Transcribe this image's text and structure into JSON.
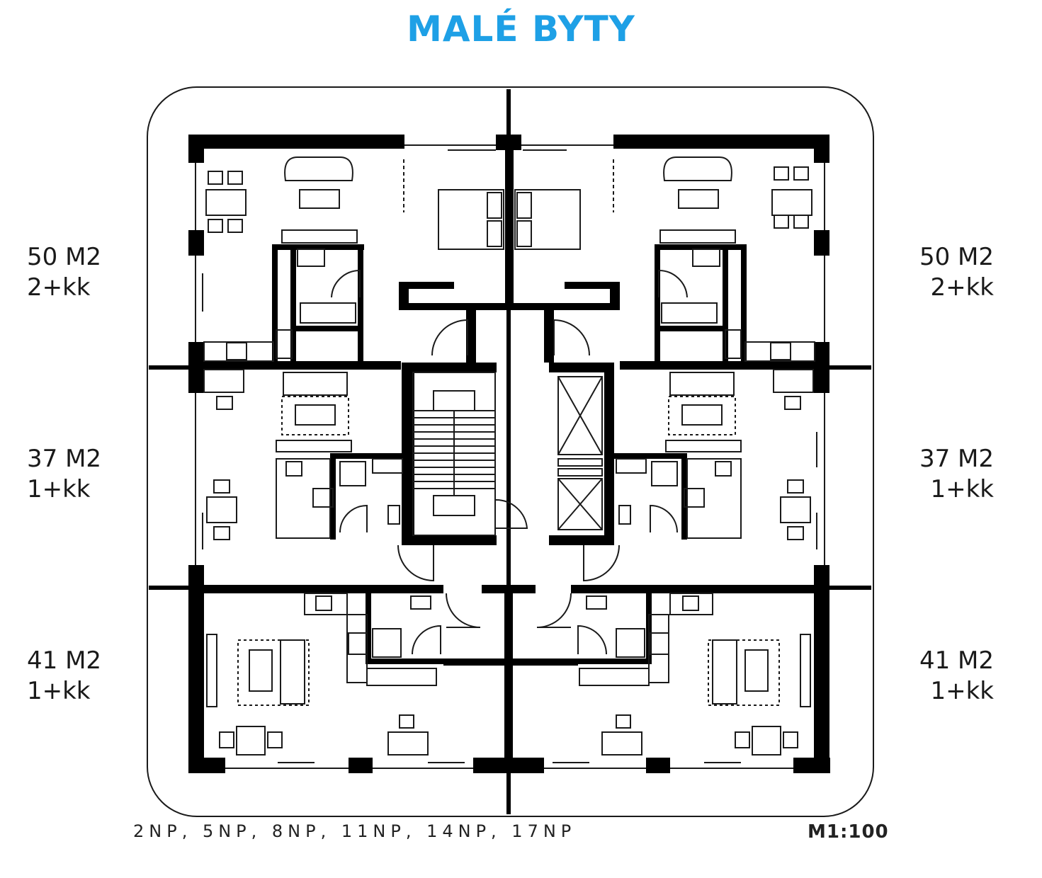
{
  "title": "MALÉ BYTY",
  "units": [
    {
      "side": "left",
      "area": "50 M2",
      "layout": "2+kk"
    },
    {
      "side": "left",
      "area": "37 M2",
      "layout": "1+kk"
    },
    {
      "side": "left",
      "area": "41 M2",
      "layout": "1+kk"
    },
    {
      "side": "right",
      "area": "50 M2",
      "layout": "2+kk"
    },
    {
      "side": "right",
      "area": "37 M2",
      "layout": "1+kk"
    },
    {
      "side": "right",
      "area": "41 M2",
      "layout": "1+kk"
    }
  ],
  "floors": "2NP, 5NP, 8NP, 11NP, 14NP, 17NP",
  "scale": "M1:100",
  "colors": {
    "title": "#1ea0e6",
    "wall": "#000000",
    "line": "#1a1a1a"
  }
}
